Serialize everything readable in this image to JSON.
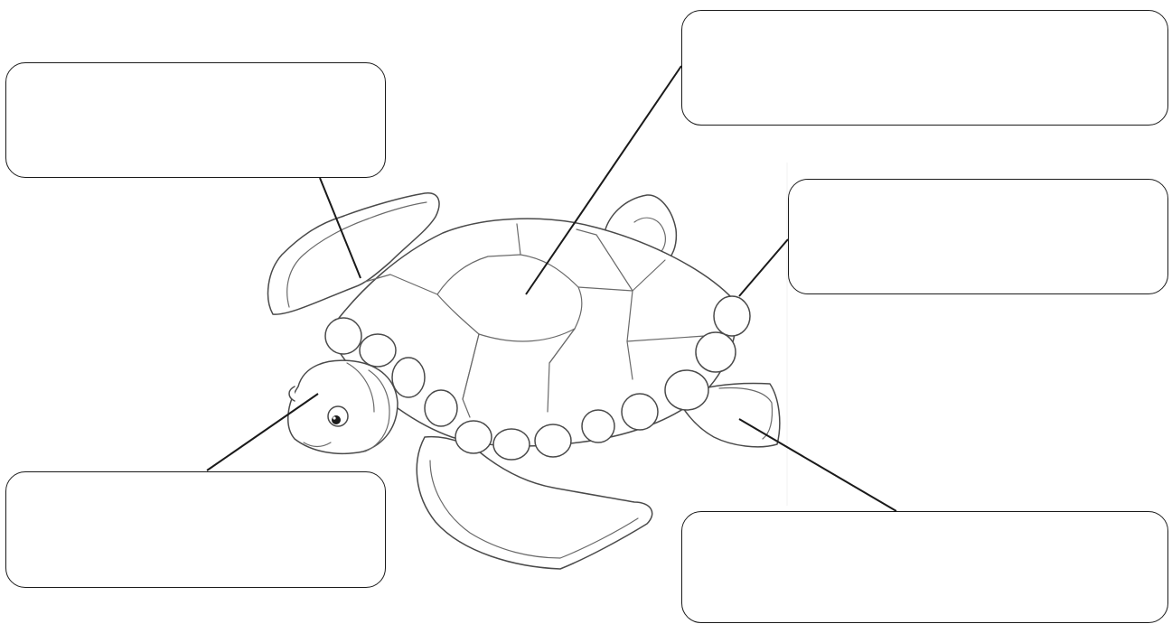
{
  "diagram": {
    "labels": [
      {
        "id": "top-left",
        "text": ""
      },
      {
        "id": "top-right",
        "text": ""
      },
      {
        "id": "mid-right",
        "text": ""
      },
      {
        "id": "bottom-left",
        "text": ""
      },
      {
        "id": "bottom-right",
        "text": ""
      }
    ]
  }
}
